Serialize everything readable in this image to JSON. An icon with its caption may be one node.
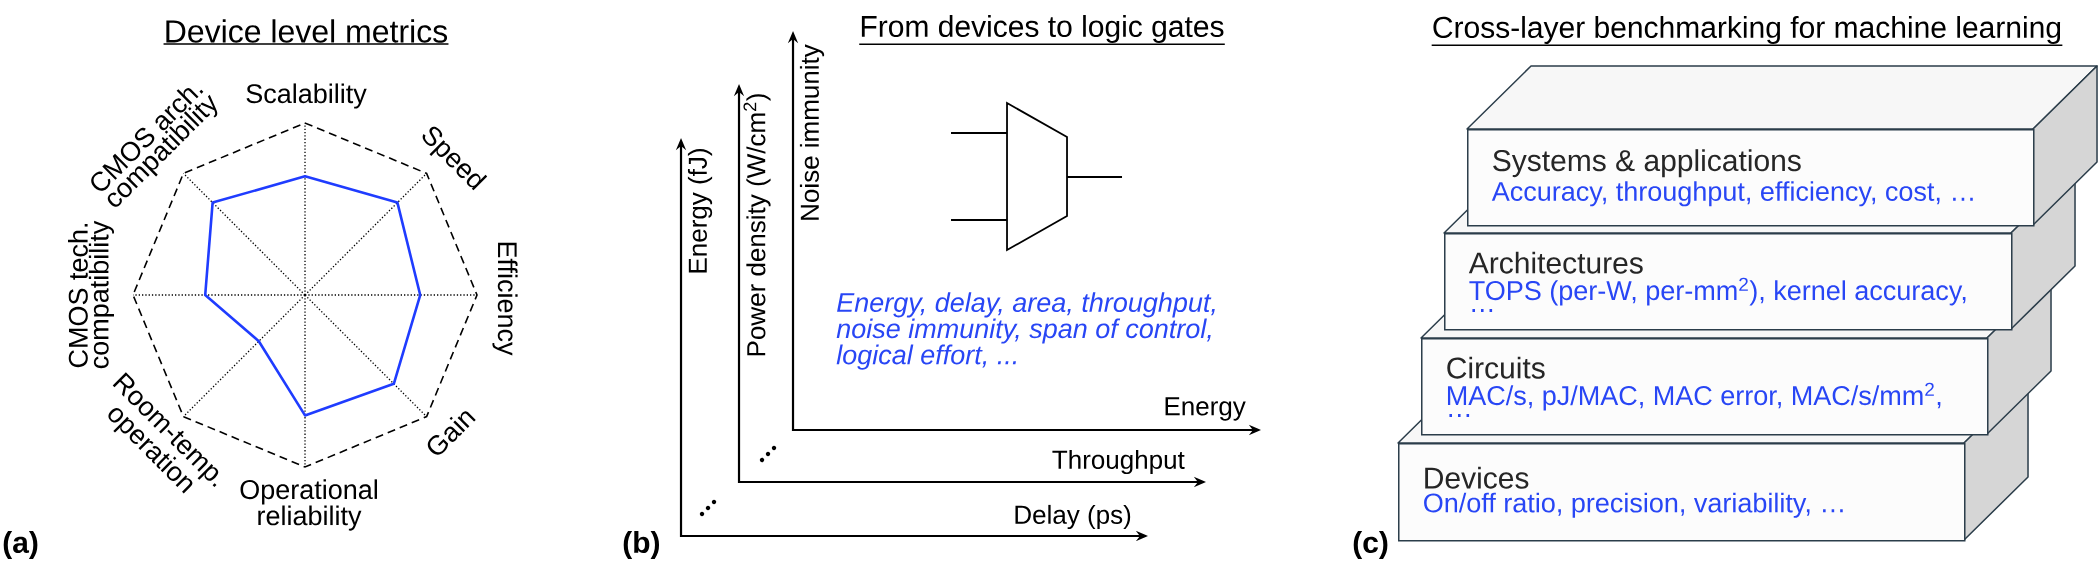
{
  "diagram": {
    "nodes": [
      {
        "text": [
          "Systems & applications",
          "Accuracy, throughput, efficiency, cost, …"
        ]
      },
      {
        "text": [
          "Architectures",
          "TOPS (per-W, per-mm$^{2}$), kernel accuracy, …"
        ]
      },
      {
        "text": [
          "Circuits",
          "MAC/s, pJ/MAC, MAC error, MAC/s/mm$^{2}$, …"
        ]
      },
      {
        "text": [
          "Devices",
          "On/off ratio, precision, variability, …"
        ]
      }
    ],
    "labels": [
      "Device level metrics",
      "Scalability",
      "Speed",
      "Efficiency",
      "Gain",
      "Operational reliability",
      "Room-temp. operation",
      "CMOS tech. compatibility",
      "CMOS arch. compatibility",
      "(a)",
      "From devices to logic gates",
      "Noise immunity",
      "Power density (W/cm$^{2}$)",
      "Energy (fJ)",
      "Energy, delay, area, throughput, noise immunity, span of control, logical effort, ...",
      "Energy",
      "Throughput",
      "Delay (ps)",
      "(b)",
      "Cross-layer benchmarking for machine learning",
      "(c)"
    ]
  }
}
